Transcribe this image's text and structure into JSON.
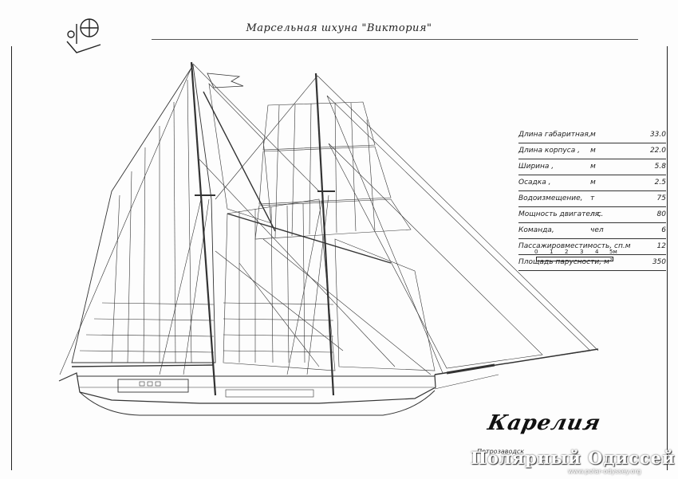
{
  "title": "Марсельная шхуна \"Виктория\"",
  "specs": [
    {
      "name": "Длина габаритная,",
      "unit": "м",
      "value": "33.0"
    },
    {
      "name": "Длина корпуса ,",
      "unit": "м",
      "value": "22.0"
    },
    {
      "name": "Ширина ,",
      "unit": "м",
      "value": "5.8"
    },
    {
      "name": "Осадка ,",
      "unit": "м",
      "value": "2.5"
    },
    {
      "name": "Водоизмещение,",
      "unit": "т",
      "value": "75"
    },
    {
      "name": "Мощность двигателя,",
      "unit": "л.с.",
      "value": "80"
    },
    {
      "name": "Команда,",
      "unit": "чел",
      "value": "6"
    },
    {
      "name": "Пассажировместимость, сп.м",
      "unit": "",
      "value": "12"
    },
    {
      "name": "Площадь парусности, м²",
      "unit": "",
      "value": "350"
    }
  ],
  "scale": {
    "ticks": [
      "0",
      "1",
      "2",
      "3",
      "4",
      "5м"
    ]
  },
  "brand": "Карелия",
  "publisher": "Петрозаводск",
  "watermark": {
    "text": "Полярный Одиссей",
    "url": "www.polar-odyssey.org"
  },
  "icons": {
    "logo": "ship-emblem-icon"
  }
}
